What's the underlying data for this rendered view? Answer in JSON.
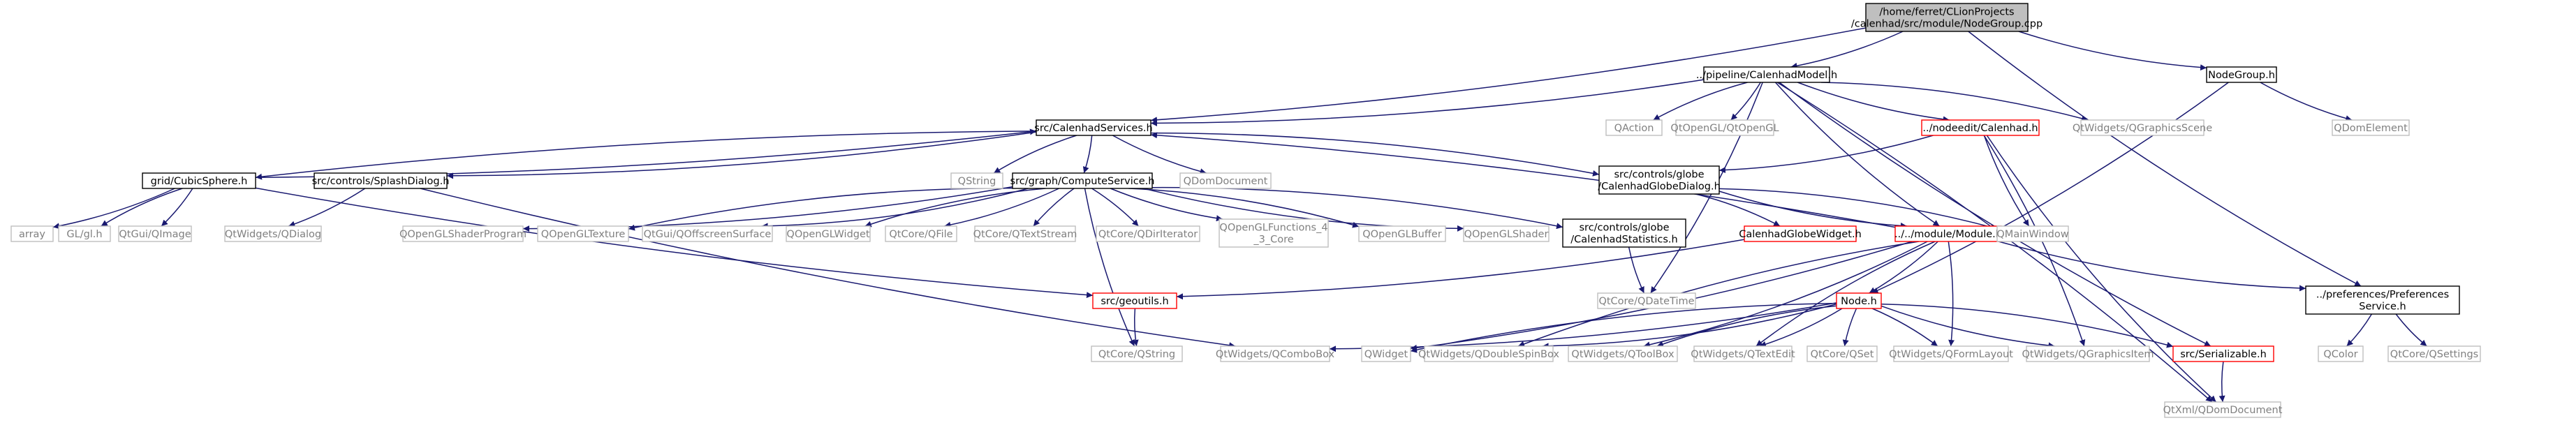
{
  "colors": {
    "edge": "#191970",
    "border_normal": "#000000",
    "border_external": "#bfbfbf",
    "border_truncated": "#ff0000",
    "fill_root": "#bfbfbf",
    "fill_node": "#ffffff",
    "text_normal": "#000000",
    "text_external": "#808080"
  },
  "nodes": [
    {
      "id": "root",
      "kind": "root",
      "lines": [
        "/home/ferret/CLionProjects",
        "/calenhad/src/module/NodeGroup.cpp"
      ]
    },
    {
      "id": "calenhadmodel",
      "kind": "normal",
      "lines": [
        "../pipeline/CalenhadModel.h"
      ]
    },
    {
      "id": "nodegroup_h",
      "kind": "normal",
      "lines": [
        "NodeGroup.h"
      ]
    },
    {
      "id": "calenhadservices",
      "kind": "normal",
      "lines": [
        "src/CalenhadServices.h"
      ]
    },
    {
      "id": "qaction",
      "kind": "external",
      "lines": [
        "QAction"
      ]
    },
    {
      "id": "qopengl_qopengl",
      "kind": "external",
      "lines": [
        "QtOpenGL/QtOpenGL"
      ]
    },
    {
      "id": "nodeedit_calenhad",
      "kind": "truncated",
      "lines": [
        "../nodeedit/Calenhad.h"
      ]
    },
    {
      "id": "qgraphicsscene",
      "kind": "external",
      "lines": [
        "QtWidgets/QGraphicsScene"
      ]
    },
    {
      "id": "qdomelement",
      "kind": "external",
      "lines": [
        "QDomElement"
      ]
    },
    {
      "id": "cubicsphere",
      "kind": "normal",
      "lines": [
        "grid/CubicSphere.h"
      ]
    },
    {
      "id": "splashdialog",
      "kind": "normal",
      "lines": [
        "src/controls/SplashDialog.h"
      ]
    },
    {
      "id": "qstring",
      "kind": "external",
      "lines": [
        "QString"
      ]
    },
    {
      "id": "computeservice",
      "kind": "normal",
      "lines": [
        "src/graph/ComputeService.h"
      ]
    },
    {
      "id": "qdomdocument",
      "kind": "external",
      "lines": [
        "QDomDocument"
      ]
    },
    {
      "id": "globedialog",
      "kind": "normal",
      "lines": [
        "src/controls/globe",
        "/CalenhadGlobeDialog.h"
      ]
    },
    {
      "id": "array",
      "kind": "external",
      "lines": [
        "array"
      ]
    },
    {
      "id": "gl_h",
      "kind": "external",
      "lines": [
        "GL/gl.h"
      ]
    },
    {
      "id": "qimage",
      "kind": "external",
      "lines": [
        "QtGui/QImage"
      ]
    },
    {
      "id": "qdialog",
      "kind": "external",
      "lines": [
        "QtWidgets/QDialog"
      ]
    },
    {
      "id": "qshaderprogram",
      "kind": "external",
      "lines": [
        "QOpenGLShaderProgram"
      ]
    },
    {
      "id": "qtexture",
      "kind": "external",
      "lines": [
        "QOpenGLTexture"
      ]
    },
    {
      "id": "qoffscreen",
      "kind": "external",
      "lines": [
        "QtGui/QOffscreenSurface"
      ]
    },
    {
      "id": "qglwidget",
      "kind": "external",
      "lines": [
        "QOpenGLWidget"
      ]
    },
    {
      "id": "qfile",
      "kind": "external",
      "lines": [
        "QtCore/QFile"
      ]
    },
    {
      "id": "qtextstream",
      "kind": "external",
      "lines": [
        "QtCore/QTextStream"
      ]
    },
    {
      "id": "qdiriterator",
      "kind": "external",
      "lines": [
        "QtCore/QDirIterator"
      ]
    },
    {
      "id": "qglfunctions",
      "kind": "external",
      "lines": [
        "QOpenGLFunctions_4",
        "_3_Core"
      ]
    },
    {
      "id": "qglbuffer",
      "kind": "external",
      "lines": [
        "QOpenGLBuffer"
      ]
    },
    {
      "id": "qglshader",
      "kind": "external",
      "lines": [
        "QOpenGLShader"
      ]
    },
    {
      "id": "globestats",
      "kind": "normal",
      "lines": [
        "src/controls/globe",
        "/CalenhadStatistics.h"
      ]
    },
    {
      "id": "globewidget",
      "kind": "truncated",
      "lines": [
        "CalenhadGlobeWidget.h"
      ]
    },
    {
      "id": "module_h",
      "kind": "truncated",
      "lines": [
        "../../module/Module.h"
      ]
    },
    {
      "id": "qmainwindow",
      "kind": "external",
      "lines": [
        "QMainWindow"
      ]
    },
    {
      "id": "prefservice",
      "kind": "normal",
      "lines": [
        "../preferences/Preferences",
        "Service.h"
      ]
    },
    {
      "id": "geoutils",
      "kind": "truncated",
      "lines": [
        "src/geoutils.h"
      ]
    },
    {
      "id": "qdatetime",
      "kind": "external",
      "lines": [
        "QtCore/QDateTime"
      ]
    },
    {
      "id": "node_h",
      "kind": "truncated",
      "lines": [
        "Node.h"
      ]
    },
    {
      "id": "qtcore_qstring",
      "kind": "external",
      "lines": [
        "QtCore/QString"
      ]
    },
    {
      "id": "qcombobox",
      "kind": "external",
      "lines": [
        "QtWidgets/QComboBox"
      ]
    },
    {
      "id": "qwidget",
      "kind": "external",
      "lines": [
        "QWidget"
      ]
    },
    {
      "id": "qdoublespinbox",
      "kind": "external",
      "lines": [
        "QtWidgets/QDoubleSpinBox"
      ]
    },
    {
      "id": "qtoolbox",
      "kind": "external",
      "lines": [
        "QtWidgets/QToolBox"
      ]
    },
    {
      "id": "qtextedit",
      "kind": "external",
      "lines": [
        "QtWidgets/QTextEdit"
      ]
    },
    {
      "id": "qset",
      "kind": "external",
      "lines": [
        "QtCore/QSet"
      ]
    },
    {
      "id": "qformlayout",
      "kind": "external",
      "lines": [
        "QtWidgets/QFormLayout"
      ]
    },
    {
      "id": "qgraphicsitem",
      "kind": "external",
      "lines": [
        "QtWidgets/QGraphicsItem"
      ]
    },
    {
      "id": "serializable",
      "kind": "truncated",
      "lines": [
        "src/Serializable.h"
      ]
    },
    {
      "id": "qcolor",
      "kind": "external",
      "lines": [
        "QColor"
      ]
    },
    {
      "id": "qsettings",
      "kind": "external",
      "lines": [
        "QtCore/QSettings"
      ]
    },
    {
      "id": "qdomdocument_xml",
      "kind": "external",
      "lines": [
        "QtXml/QDomDocument"
      ]
    }
  ],
  "edges": [
    [
      "root",
      "calenhadmodel"
    ],
    [
      "root",
      "nodegroup_h"
    ],
    [
      "root",
      "calenhadservices"
    ],
    [
      "root",
      "prefservice"
    ],
    [
      "calenhadmodel",
      "calenhadservices"
    ],
    [
      "calenhadmodel",
      "qaction"
    ],
    [
      "calenhadmodel",
      "qopengl_qopengl"
    ],
    [
      "calenhadmodel",
      "nodeedit_calenhad"
    ],
    [
      "calenhadmodel",
      "qgraphicsscene"
    ],
    [
      "calenhadmodel",
      "module_h"
    ],
    [
      "calenhadmodel",
      "qdatetime"
    ],
    [
      "calenhadmodel",
      "serializable"
    ],
    [
      "calenhadmodel",
      "qdomdocument_xml"
    ],
    [
      "nodegroup_h",
      "qdomelement"
    ],
    [
      "nodegroup_h",
      "node_h"
    ],
    [
      "calenhadservices",
      "cubicsphere"
    ],
    [
      "calenhadservices",
      "splashdialog"
    ],
    [
      "calenhadservices",
      "qstring"
    ],
    [
      "calenhadservices",
      "computeservice"
    ],
    [
      "calenhadservices",
      "qdomdocument"
    ],
    [
      "calenhadservices",
      "globedialog"
    ],
    [
      "cubicsphere",
      "calenhadservices"
    ],
    [
      "cubicsphere",
      "array"
    ],
    [
      "cubicsphere",
      "gl_h"
    ],
    [
      "cubicsphere",
      "qimage"
    ],
    [
      "cubicsphere",
      "geoutils"
    ],
    [
      "splashdialog",
      "qdialog"
    ],
    [
      "splashdialog",
      "qcombobox"
    ],
    [
      "computeservice",
      "qshaderprogram"
    ],
    [
      "computeservice",
      "qtexture"
    ],
    [
      "computeservice",
      "qoffscreen"
    ],
    [
      "computeservice",
      "qglwidget"
    ],
    [
      "computeservice",
      "qfile"
    ],
    [
      "computeservice",
      "qtextstream"
    ],
    [
      "computeservice",
      "qdiriterator"
    ],
    [
      "computeservice",
      "qglfunctions"
    ],
    [
      "computeservice",
      "qglbuffer"
    ],
    [
      "computeservice",
      "qglshader"
    ],
    [
      "computeservice",
      "globestats"
    ],
    [
      "computeservice",
      "qtcore_qstring"
    ],
    [
      "nodeedit_calenhad",
      "globedialog"
    ],
    [
      "nodeedit_calenhad",
      "qmainwindow"
    ],
    [
      "nodeedit_calenhad",
      "qgraphicsitem"
    ],
    [
      "nodeedit_calenhad",
      "qdomdocument_xml"
    ],
    [
      "globedialog",
      "globewidget"
    ],
    [
      "globedialog",
      "module_h"
    ],
    [
      "globedialog",
      "qmainwindow"
    ],
    [
      "globestats",
      "qdatetime"
    ],
    [
      "globewidget",
      "geoutils"
    ],
    [
      "module_h",
      "calenhadservices"
    ],
    [
      "module_h",
      "node_h"
    ],
    [
      "module_h",
      "prefservice"
    ],
    [
      "module_h",
      "qwidget"
    ],
    [
      "module_h",
      "qdoublespinbox"
    ],
    [
      "module_h",
      "qtoolbox"
    ],
    [
      "module_h",
      "qtextedit"
    ],
    [
      "module_h",
      "qformlayout"
    ],
    [
      "geoutils",
      "qtcore_qstring"
    ],
    [
      "node_h",
      "qcombobox"
    ],
    [
      "node_h",
      "qwidget"
    ],
    [
      "node_h",
      "qdoublespinbox"
    ],
    [
      "node_h",
      "qtoolbox"
    ],
    [
      "node_h",
      "qtextedit"
    ],
    [
      "node_h",
      "qset"
    ],
    [
      "node_h",
      "qformlayout"
    ],
    [
      "node_h",
      "qgraphicsitem"
    ],
    [
      "node_h",
      "serializable"
    ],
    [
      "serializable",
      "qdomdocument_xml"
    ],
    [
      "prefservice",
      "qcolor"
    ],
    [
      "prefservice",
      "qsettings"
    ]
  ]
}
